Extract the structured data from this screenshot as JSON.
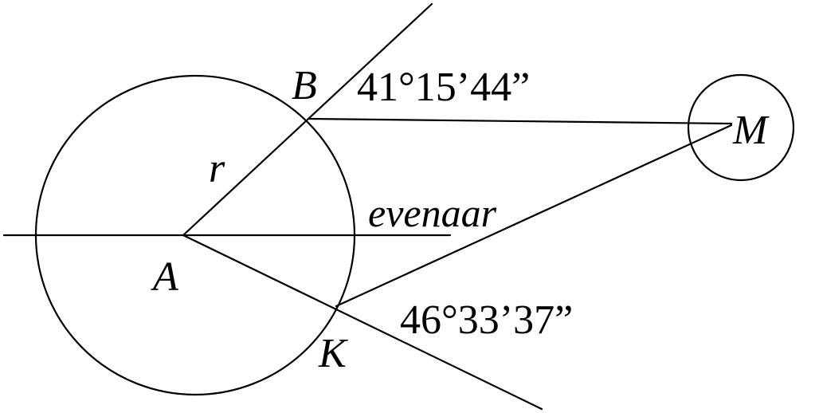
{
  "diagram": {
    "labels": {
      "point_b": "B",
      "point_a": "A",
      "point_k": "K",
      "point_m": "M",
      "radius": "r",
      "equator": "evenaar"
    },
    "angles": {
      "at_b": "41°15’44”",
      "at_k": "46°33’37”"
    },
    "colors": {
      "ink": "#000000",
      "background": "#ffffff"
    }
  }
}
